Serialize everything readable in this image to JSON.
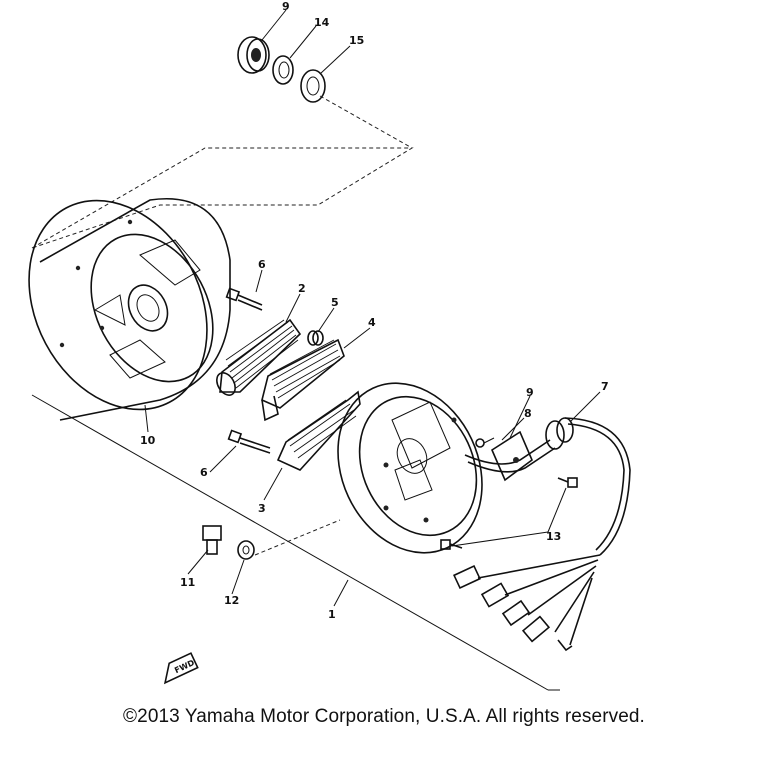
{
  "diagram": {
    "parts": [
      {
        "id": "p1",
        "label": "1"
      },
      {
        "id": "p2",
        "label": "2"
      },
      {
        "id": "p3",
        "label": "3"
      },
      {
        "id": "p4",
        "label": "4"
      },
      {
        "id": "p5",
        "label": "5"
      },
      {
        "id": "p6a",
        "label": "6"
      },
      {
        "id": "p6b",
        "label": "6"
      },
      {
        "id": "p7",
        "label": "7"
      },
      {
        "id": "p8",
        "label": "8"
      },
      {
        "id": "p9a",
        "label": "9"
      },
      {
        "id": "p9b",
        "label": "9"
      },
      {
        "id": "p10",
        "label": "10"
      },
      {
        "id": "p11",
        "label": "11"
      },
      {
        "id": "p12",
        "label": "12"
      },
      {
        "id": "p13",
        "label": "13"
      },
      {
        "id": "p14",
        "label": "14"
      },
      {
        "id": "p15",
        "label": "15"
      }
    ],
    "fwd_label": "FWD"
  },
  "footer": {
    "copyright": "©2013 Yamaha Motor Corporation, U.S.A. All rights reserved."
  }
}
